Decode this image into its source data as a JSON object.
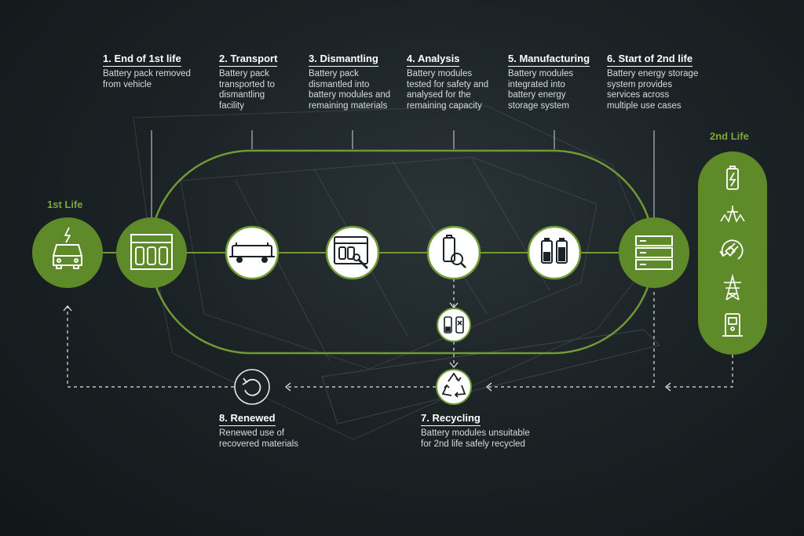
{
  "life_labels": {
    "first": "1st Life",
    "second": "2nd Life"
  },
  "steps": [
    {
      "title": "1. End of 1st life",
      "desc": [
        "Battery pack removed",
        "from vehicle"
      ]
    },
    {
      "title": "2. Transport",
      "desc": [
        "Battery pack",
        "transported to",
        "dismantling",
        "facility"
      ]
    },
    {
      "title": "3. Dismantling",
      "desc": [
        "Battery pack",
        "dismantled into",
        "battery modules and",
        "remaining materials"
      ]
    },
    {
      "title": "4. Analysis",
      "desc": [
        "Battery modules",
        "tested for safety and",
        "analysed for the",
        "remaining capacity"
      ]
    },
    {
      "title": "5. Manufacturing",
      "desc": [
        "Battery modules",
        "integrated into",
        "battery energy",
        "storage system"
      ]
    },
    {
      "title": "6. Start of 2nd life",
      "desc": [
        "Battery energy storage",
        "system provides",
        "services across",
        "multiple use cases"
      ]
    }
  ],
  "lower_steps": {
    "recycling": {
      "title": "7. Recycling",
      "desc": [
        "Battery modules unsuitable",
        "for 2nd life safely recycled"
      ]
    },
    "renewed": {
      "title": "8. Renewed",
      "desc": [
        "Renewed use of",
        "recovered materials"
      ]
    }
  },
  "icons": {
    "first_life": "electric-car-icon",
    "step1": "battery-pack-icon",
    "step2": "transport-truck-icon",
    "step3": "dismantling-wrench-icon",
    "step4": "battery-magnify-icon",
    "step5": "battery-modules-icon",
    "step6": "storage-rack-icon",
    "analysis_fail": "battery-reject-icon",
    "recycling": "recycle-icon",
    "renewed": "renew-cycle-icon",
    "second_life_uses": [
      "charging-battery-icon",
      "grid-power-icon",
      "plug-cycle-icon",
      "transmission-tower-icon",
      "charging-station-icon"
    ]
  },
  "colors": {
    "green": "#5f8a2a",
    "green_light": "#7ea63c",
    "line": "#6f9a34",
    "white": "#ffffff"
  }
}
